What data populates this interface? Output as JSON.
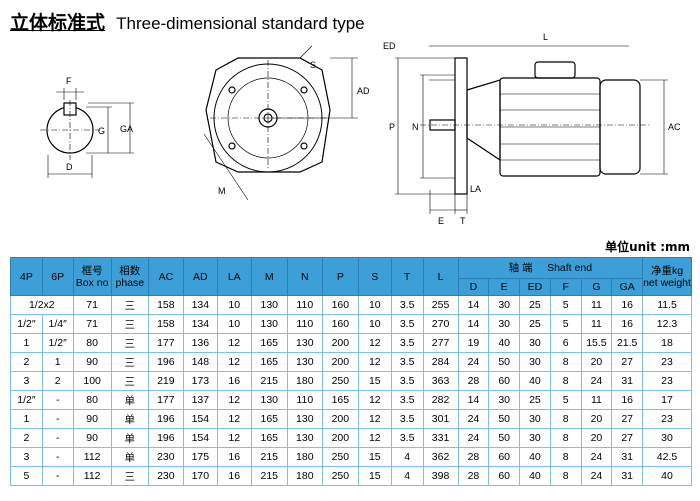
{
  "title": {
    "cn": "立体标准式",
    "en": "Three-dimensional standard type"
  },
  "unit_label": "单位unit :mm",
  "drawing_labels": {
    "F": "F",
    "G": "G",
    "GA": "GA",
    "D": "D",
    "AD": "AD",
    "S": "S",
    "M": "M",
    "ED": "ED",
    "L": "L",
    "AC": "AC",
    "N": "N",
    "P": "P",
    "LA": "LA",
    "E": "E",
    "T": "T"
  },
  "table": {
    "headers": {
      "p4": "4P",
      "p6": "6P",
      "box_cn": "框号",
      "box_en": "Box no",
      "phase_cn": "相数",
      "phase_en": "phase",
      "AC": "AC",
      "AD": "AD",
      "LA": "LA",
      "M": "M",
      "N": "N",
      "P": "P",
      "S": "S",
      "T": "T",
      "L": "L",
      "shaft_cn": "轴 端",
      "shaft_en": "Shaft end",
      "D": "D",
      "E": "E",
      "ED": "ED",
      "F": "F",
      "G": "G",
      "GA": "GA",
      "weight_cn": "净重kg",
      "weight_en": "net weight"
    },
    "rows": [
      [
        "1/2x2",
        "71",
        "三",
        "158",
        "134",
        "10",
        "130",
        "110",
        "160",
        "10",
        "3.5",
        "255",
        "14",
        "30",
        "25",
        "5",
        "11",
        "16",
        "11.5"
      ],
      [
        "1/2″",
        "1/4″",
        "71",
        "三",
        "158",
        "134",
        "10",
        "130",
        "110",
        "160",
        "10",
        "3.5",
        "270",
        "14",
        "30",
        "25",
        "5",
        "11",
        "16",
        "12.3"
      ],
      [
        "1",
        "1/2″",
        "80",
        "三",
        "177",
        "136",
        "12",
        "165",
        "130",
        "200",
        "12",
        "3.5",
        "277",
        "19",
        "40",
        "30",
        "6",
        "15.5",
        "21.5",
        "18"
      ],
      [
        "2",
        "1",
        "90",
        "三",
        "196",
        "148",
        "12",
        "165",
        "130",
        "200",
        "12",
        "3.5",
        "284",
        "24",
        "50",
        "30",
        "8",
        "20",
        "27",
        "23"
      ],
      [
        "3",
        "2",
        "100",
        "三",
        "219",
        "173",
        "16",
        "215",
        "180",
        "250",
        "15",
        "3.5",
        "363",
        "28",
        "60",
        "40",
        "8",
        "24",
        "31",
        "23"
      ],
      [
        "1/2″",
        "-",
        "80",
        "单",
        "177",
        "137",
        "12",
        "130",
        "110",
        "165",
        "12",
        "3.5",
        "282",
        "14",
        "30",
        "25",
        "5",
        "11",
        "16",
        "17"
      ],
      [
        "1",
        "-",
        "90",
        "单",
        "196",
        "154",
        "12",
        "165",
        "130",
        "200",
        "12",
        "3.5",
        "301",
        "24",
        "50",
        "30",
        "8",
        "20",
        "27",
        "23"
      ],
      [
        "2",
        "-",
        "90",
        "单",
        "196",
        "154",
        "12",
        "165",
        "130",
        "200",
        "12",
        "3.5",
        "331",
        "24",
        "50",
        "30",
        "8",
        "20",
        "27",
        "30"
      ],
      [
        "3",
        "-",
        "112",
        "单",
        "230",
        "175",
        "16",
        "215",
        "180",
        "250",
        "15",
        "4",
        "362",
        "28",
        "60",
        "40",
        "8",
        "24",
        "31",
        "42.5"
      ],
      [
        "5",
        "-",
        "112",
        "三",
        "230",
        "170",
        "16",
        "215",
        "180",
        "250",
        "15",
        "4",
        "398",
        "28",
        "60",
        "40",
        "8",
        "24",
        "31",
        "40"
      ]
    ]
  }
}
